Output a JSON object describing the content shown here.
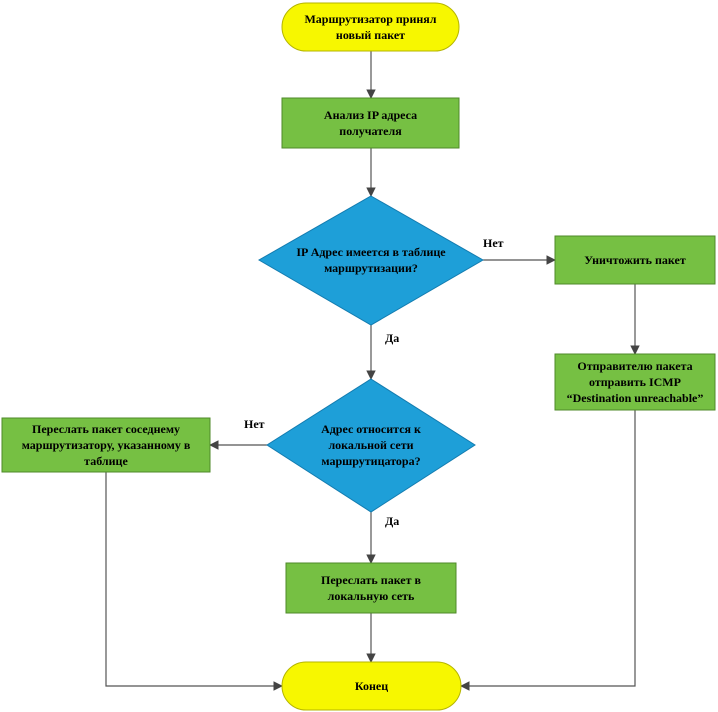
{
  "colors": {
    "terminal": "#f7f700",
    "terminal_border": "#b5b500",
    "process": "#76c043",
    "process_border": "#4f8a2a",
    "decision": "#1e9fd8",
    "decision_border": "#137cb0",
    "line": "#555555"
  },
  "nodes": {
    "start": "Маршрутизатор принял\nновый пакет",
    "analyze": "Анализ IP адреса\nполучателя",
    "decision_route": "IP Адрес имеется в таблице\nмаршрутизации?",
    "destroy": "Уничтожить пакет",
    "icmp": "Отправителю пакета\nотправить ICMP\n“Destination unreachable”",
    "decision_local": "Адрес относится к\nлокальной сети\nмаршрутицатора?",
    "forward_neighbor": "Переслать пакет соседнему\nмаршрутизатору, указанному в\nтаблице",
    "forward_local": "Переслать пакет в\nлокальную сеть",
    "end": "Конец"
  },
  "labels": {
    "route_no": "Нет",
    "route_yes": "Да",
    "local_no": "Нет",
    "local_yes": "Да"
  }
}
